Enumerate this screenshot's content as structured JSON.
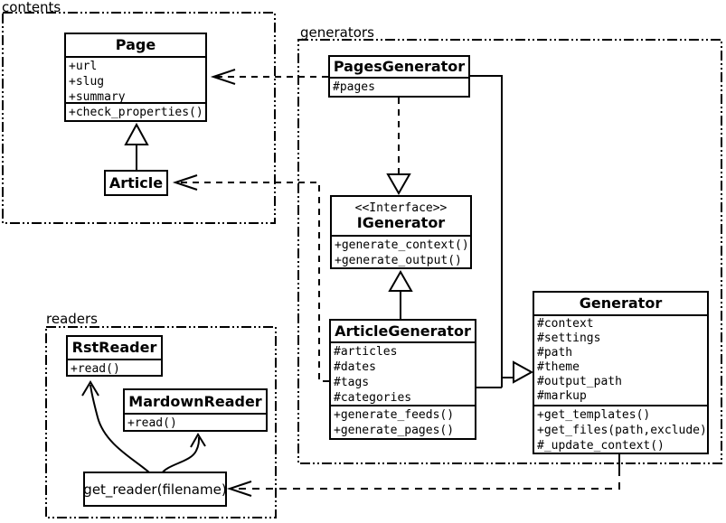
{
  "packages": {
    "contents": {
      "label": "contents"
    },
    "generators": {
      "label": "generators"
    },
    "readers": {
      "label": "readers"
    }
  },
  "classes": {
    "page": {
      "name": "Page",
      "attributes": [
        "+url",
        "+slug",
        "+summary"
      ],
      "methods": [
        "+check_properties()"
      ]
    },
    "article": {
      "name": "Article"
    },
    "pages_generator": {
      "name": "PagesGenerator",
      "attributes": [
        "#pages"
      ]
    },
    "igenerator": {
      "stereotype": "<<Interface>>",
      "name": "IGenerator",
      "methods": [
        "+generate_context()",
        "+generate_output()"
      ]
    },
    "article_generator": {
      "name": "ArticleGenerator",
      "attributes": [
        "#articles",
        "#dates",
        "#tags",
        "#categories"
      ],
      "methods": [
        "+generate_feeds()",
        "+generate_pages()"
      ]
    },
    "generator": {
      "name": "Generator",
      "attributes": [
        "#context",
        "#settings",
        "#path",
        "#theme",
        "#output_path",
        "#markup"
      ],
      "methods": [
        "+get_templates()",
        "+get_files(path,exclude)",
        "#_update_context()"
      ]
    },
    "rst_reader": {
      "name": "RstReader",
      "methods": [
        "+read()"
      ]
    },
    "mardown_reader": {
      "name": "MardownReader",
      "methods": [
        "+read()"
      ]
    },
    "get_reader": {
      "label": "get_reader(filename)"
    }
  },
  "relationships": [
    {
      "from": "Article",
      "to": "Page",
      "type": "generalization"
    },
    {
      "from": "PagesGenerator",
      "to": "Page",
      "type": "dependency"
    },
    {
      "from": "ArticleGenerator",
      "to": "Article",
      "type": "dependency"
    },
    {
      "from": "PagesGenerator",
      "to": "IGenerator",
      "type": "realization"
    },
    {
      "from": "ArticleGenerator",
      "to": "IGenerator",
      "type": "realization"
    },
    {
      "from": "PagesGenerator",
      "to": "Generator",
      "type": "generalization"
    },
    {
      "from": "ArticleGenerator",
      "to": "Generator",
      "type": "generalization"
    },
    {
      "from": "Generator",
      "to": "get_reader(filename)",
      "type": "dependency"
    },
    {
      "from": "get_reader(filename)",
      "to": "RstReader",
      "type": "arrow"
    },
    {
      "from": "get_reader(filename)",
      "to": "MardownReader",
      "type": "arrow"
    }
  ],
  "colors": {
    "ink": "#000000",
    "paper": "#ffffff"
  }
}
